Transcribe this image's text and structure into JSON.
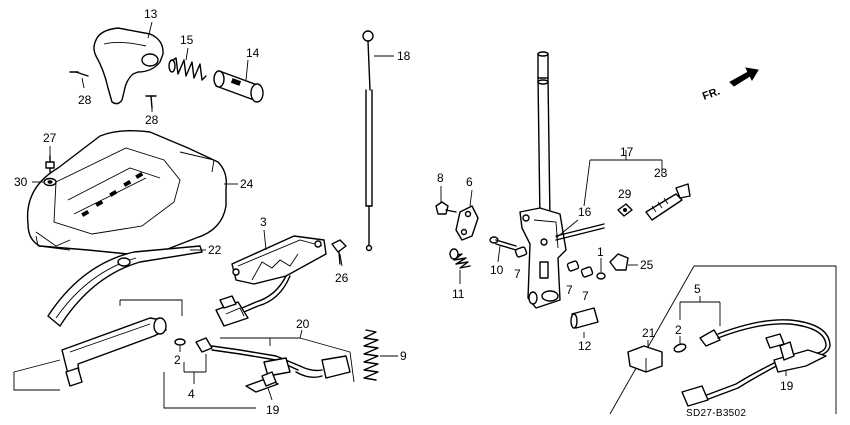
{
  "direction": {
    "label": "FR.",
    "icon": "front-arrow-icon"
  },
  "diagram_code": "SD27-B3502",
  "callouts": {
    "c13": "13",
    "c15": "15",
    "c14": "14",
    "c18": "18",
    "c28a": "28",
    "c28b": "28",
    "c27": "27",
    "c30": "30",
    "c24": "24",
    "c22": "22",
    "c3": "3",
    "c26": "26",
    "c20": "20",
    "c9": "9",
    "c2a": "2",
    "c4": "4",
    "c19a": "19",
    "c8": "8",
    "c6": "6",
    "c17": "17",
    "c23": "23",
    "c29": "29",
    "c16": "16",
    "c1": "1",
    "c25": "25",
    "c10": "10",
    "c7a": "7",
    "c7b": "7",
    "c7c": "7",
    "c11": "11",
    "c12": "12",
    "c5": "5",
    "c21": "21",
    "c2b": "2",
    "c19b": "19"
  }
}
